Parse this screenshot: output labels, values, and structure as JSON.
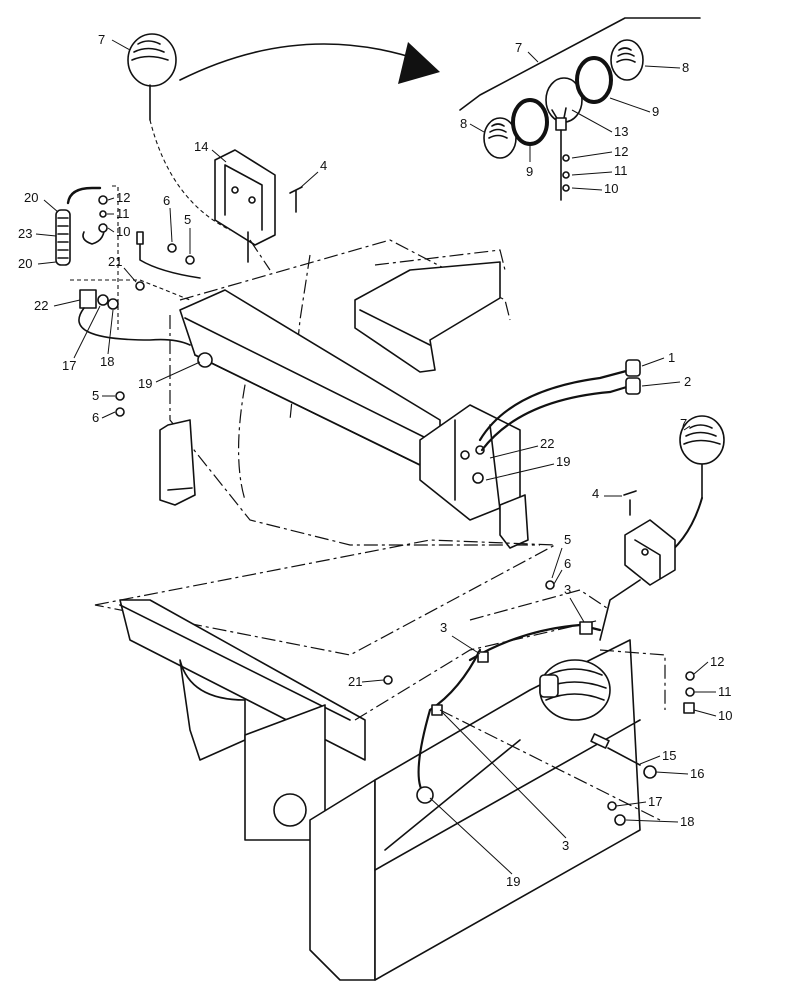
{
  "diagram": {
    "callouts": [
      {
        "id": "c7a",
        "label": "7"
      },
      {
        "id": "c7b",
        "label": "7"
      },
      {
        "id": "c8a",
        "label": "8"
      },
      {
        "id": "c8b",
        "label": "8"
      },
      {
        "id": "c9a",
        "label": "9"
      },
      {
        "id": "c9b",
        "label": "9"
      },
      {
        "id": "c13",
        "label": "13"
      },
      {
        "id": "c12a",
        "label": "12"
      },
      {
        "id": "c11a",
        "label": "11"
      },
      {
        "id": "c10a",
        "label": "10"
      },
      {
        "id": "c14",
        "label": "14"
      },
      {
        "id": "c4a",
        "label": "4"
      },
      {
        "id": "c6a",
        "label": "6"
      },
      {
        "id": "c5a",
        "label": "5"
      },
      {
        "id": "c20a",
        "label": "20"
      },
      {
        "id": "c12b",
        "label": "12"
      },
      {
        "id": "c11b",
        "label": "11"
      },
      {
        "id": "c10b",
        "label": "10"
      },
      {
        "id": "c23",
        "label": "23"
      },
      {
        "id": "c20b",
        "label": "20"
      },
      {
        "id": "c21a",
        "label": "21"
      },
      {
        "id": "c22a",
        "label": "22"
      },
      {
        "id": "c17a",
        "label": "17"
      },
      {
        "id": "c18a",
        "label": "18"
      },
      {
        "id": "c19a",
        "label": "19"
      },
      {
        "id": "c5b",
        "label": "5"
      },
      {
        "id": "c6b",
        "label": "6"
      },
      {
        "id": "c1",
        "label": "1"
      },
      {
        "id": "c2",
        "label": "2"
      },
      {
        "id": "c7c",
        "label": "7"
      },
      {
        "id": "c22b",
        "label": "22"
      },
      {
        "id": "c19b",
        "label": "19"
      },
      {
        "id": "c4b",
        "label": "4"
      },
      {
        "id": "c5c",
        "label": "5"
      },
      {
        "id": "c6c",
        "label": "6"
      },
      {
        "id": "c3a",
        "label": "3"
      },
      {
        "id": "c3b",
        "label": "3"
      },
      {
        "id": "c12c",
        "label": "12"
      },
      {
        "id": "c21b",
        "label": "21"
      },
      {
        "id": "c11c",
        "label": "11"
      },
      {
        "id": "c10c",
        "label": "10"
      },
      {
        "id": "c15",
        "label": "15"
      },
      {
        "id": "c16",
        "label": "16"
      },
      {
        "id": "c17b",
        "label": "17"
      },
      {
        "id": "c18b",
        "label": "18"
      },
      {
        "id": "c3c",
        "label": "3"
      },
      {
        "id": "c19c",
        "label": "19"
      }
    ]
  }
}
